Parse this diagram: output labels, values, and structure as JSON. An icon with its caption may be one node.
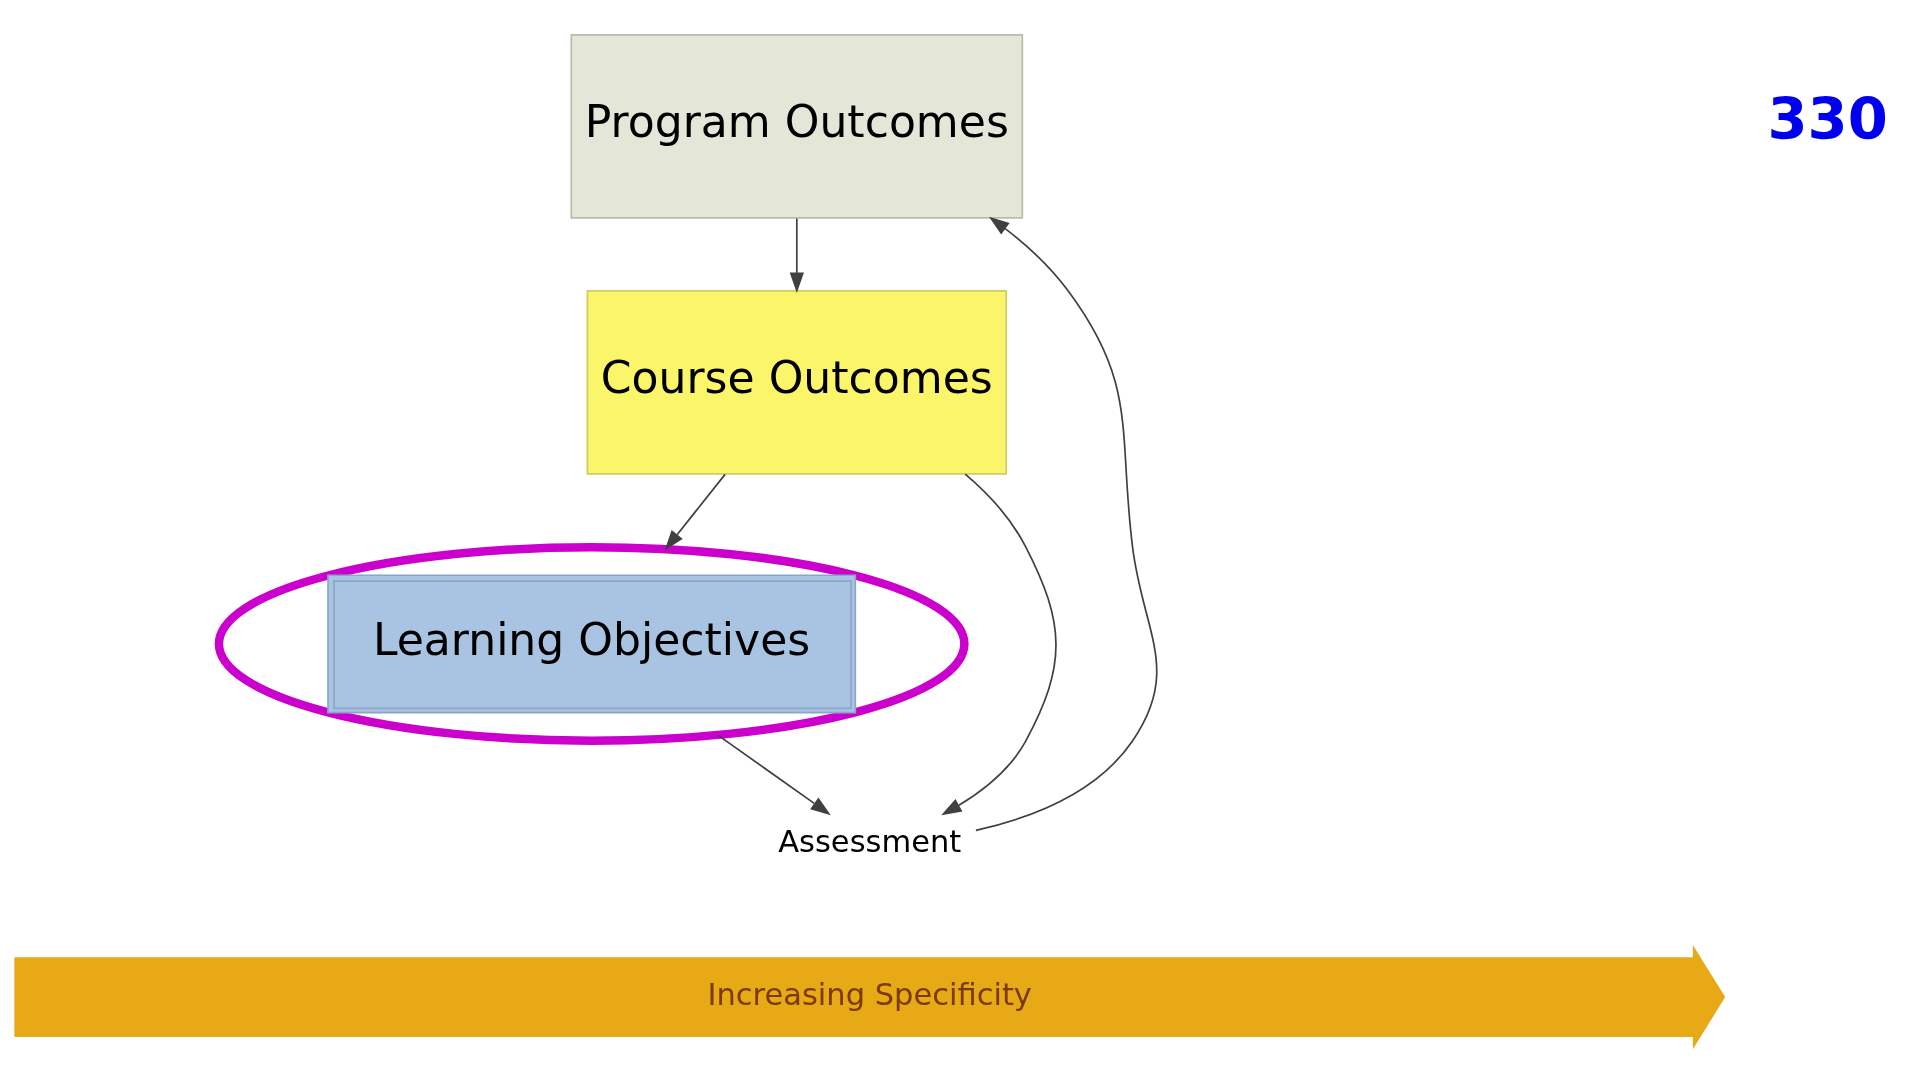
{
  "diagram": {
    "nodes": [
      {
        "text": [
          "Program Outcomes"
        ]
      },
      {
        "text": [
          "Course Outcomes"
        ]
      },
      {
        "text": [
          "Learning Objectives"
        ]
      },
      {
        "text": [
          "Assessment"
        ]
      },
      {
        "text": [
          "Increasing Specificity"
        ]
      }
    ],
    "edges": [
      {
        "from": 0,
        "to": 1,
        "arrow": "to"
      },
      {
        "from": 1,
        "to": 2,
        "arrow": "to"
      },
      {
        "from": 1,
        "to": 3,
        "arrow": "to"
      },
      {
        "from": 2,
        "to": 3,
        "arrow": "to"
      },
      {
        "from": 3,
        "to": 0,
        "arrow": "to"
      }
    ],
    "labels": [
      "330"
    ]
  }
}
